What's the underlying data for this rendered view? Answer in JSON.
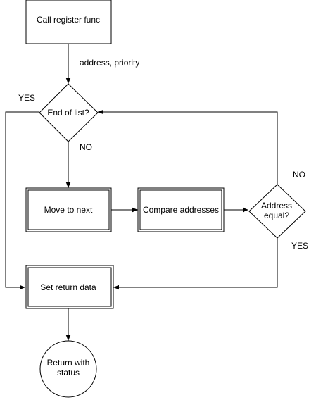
{
  "nodes": {
    "call_register": {
      "label": "Call register func"
    },
    "end_of_list": {
      "label": "End of list?"
    },
    "move_to_next": {
      "label": "Move to next"
    },
    "compare_addresses": {
      "label": "Compare addresses"
    },
    "address_equal": {
      "label_line1": "Address",
      "label_line2": "equal?"
    },
    "set_return_data": {
      "label": "Set return data"
    },
    "return_with_status": {
      "label_line1": "Return with",
      "label_line2": "status"
    }
  },
  "edge_labels": {
    "address_priority": "address, priority",
    "end_yes": "YES",
    "end_no": "NO",
    "equal_no": "NO",
    "equal_yes": "YES"
  },
  "colors": {
    "stroke": "#000000",
    "fill": "#ffffff"
  }
}
